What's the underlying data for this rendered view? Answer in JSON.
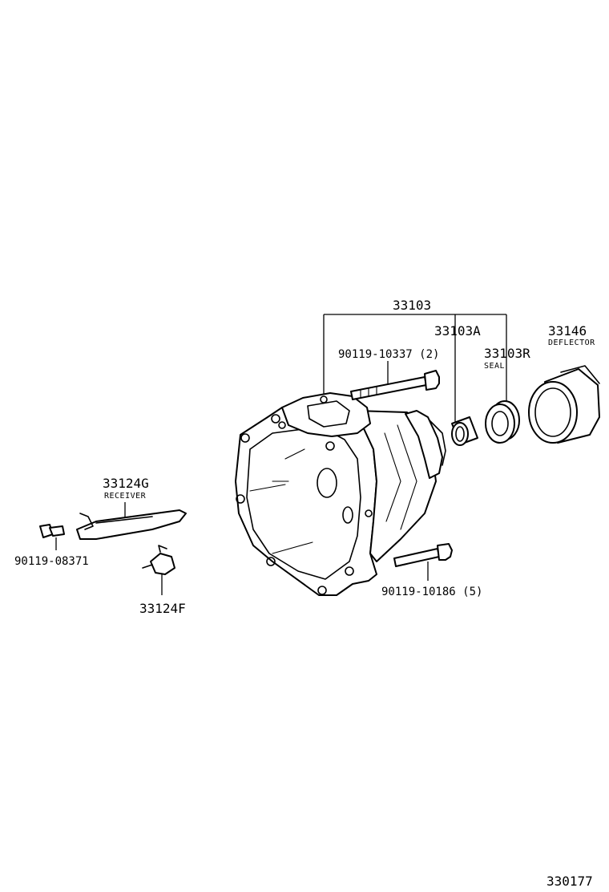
{
  "labels": {
    "p33103": "33103",
    "p33103A": "33103A",
    "p33146": "33146",
    "deflector": "DEFLECTOR",
    "bolt_long": "90119-10337 (2)",
    "p33103R": "33103R",
    "seal": "SEAL",
    "p33124G": "33124G",
    "receiver": "RECEIVER",
    "bolt_small": "90119-08371",
    "p33124F": "33124F",
    "bolt_lower": "90119-10186 (5)",
    "figure_no": "330177"
  }
}
